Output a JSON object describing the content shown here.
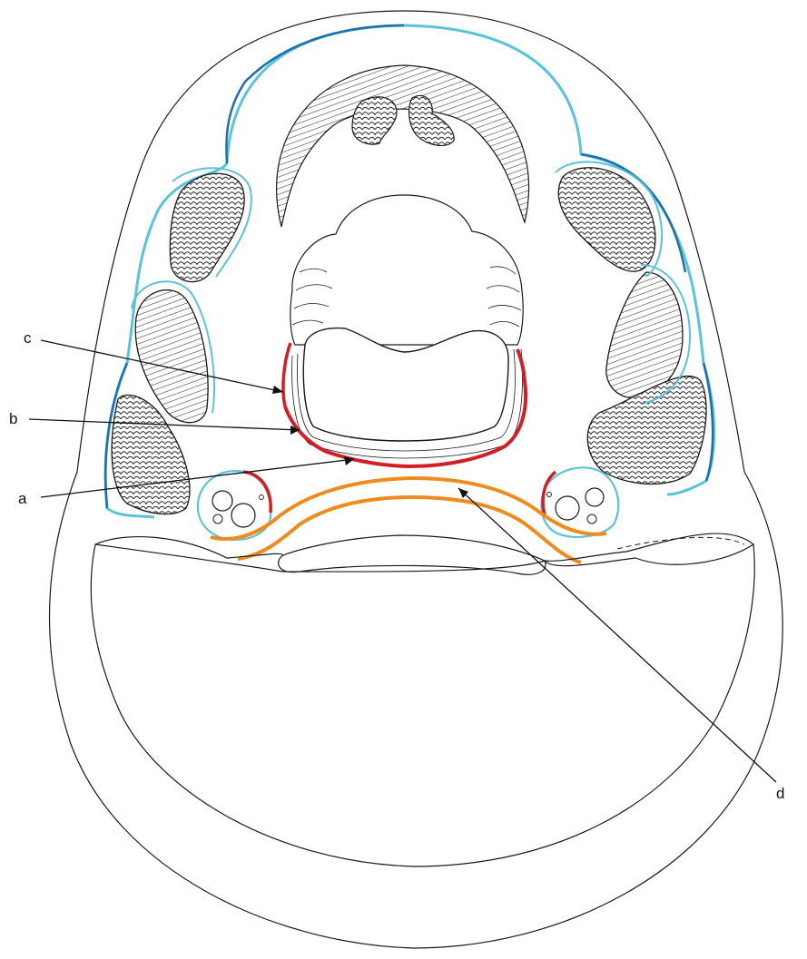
{
  "labels": {
    "a": "a",
    "b": "b",
    "c": "c",
    "d": "d"
  },
  "colors": {
    "outline": "#1a1a1a",
    "cyan_fascia": "#5bc3d9",
    "blue_fascia": "#1f6fae",
    "red_layer": "#d21f26",
    "orange_layer": "#ef8a1c",
    "muscle_fill": "#ffffff"
  }
}
